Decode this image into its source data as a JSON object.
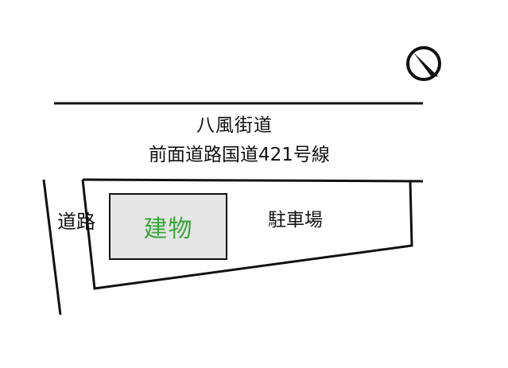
{
  "map": {
    "road_name": "八風街道",
    "front_road": "前面道路国道421号線",
    "side_road": "道路",
    "building": "建物",
    "parking": "駐車場",
    "compass_icon": "north-arrow-icon"
  },
  "colors": {
    "line": "#111111",
    "building_fill": "#e6e6e6",
    "building_text": "#3aa63a"
  }
}
